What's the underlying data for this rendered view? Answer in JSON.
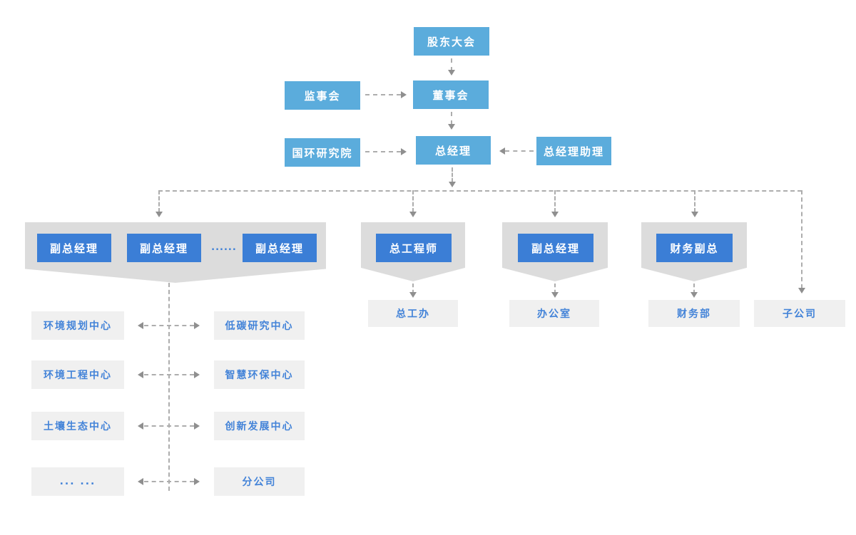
{
  "diagram": {
    "type": "org-chart",
    "level1": {
      "shareholders": "股东大会"
    },
    "level2": {
      "supervisory_board": "监事会",
      "board": "董事会"
    },
    "level3": {
      "research_institute": "国环研究院",
      "general_manager": "总经理",
      "gm_assistant": "总经理助理"
    },
    "level4": {
      "deputy_gm_group": {
        "deputy_gm_1": "副总经理",
        "deputy_gm_2": "副总经理",
        "ellipsis": "......",
        "deputy_gm_3": "副总经理"
      },
      "chief_engineer": "总工程师",
      "deputy_gm_admin": "副总经理",
      "finance_vp": "财务副总"
    },
    "level5": {
      "chief_engineer_office": "总工办",
      "office": "办公室",
      "finance_dept": "财务部",
      "subsidiary": "子公司"
    },
    "centers": {
      "left": [
        "环境规划中心",
        "环境工程中心",
        "土壤生态中心",
        "... ..."
      ],
      "right": [
        "低碳研究中心",
        "智慧环保中心",
        "创新发展中心",
        "分公司"
      ]
    }
  },
  "colors": {
    "primary_light_blue": "#5BACDC",
    "primary_dark_blue": "#3B7ED6",
    "group_shape_gray": "#DCDCDC",
    "dept_box_gray": "#F0F0F0",
    "dept_text_blue": "#4383D8",
    "connector_gray": "#ADADAD"
  }
}
